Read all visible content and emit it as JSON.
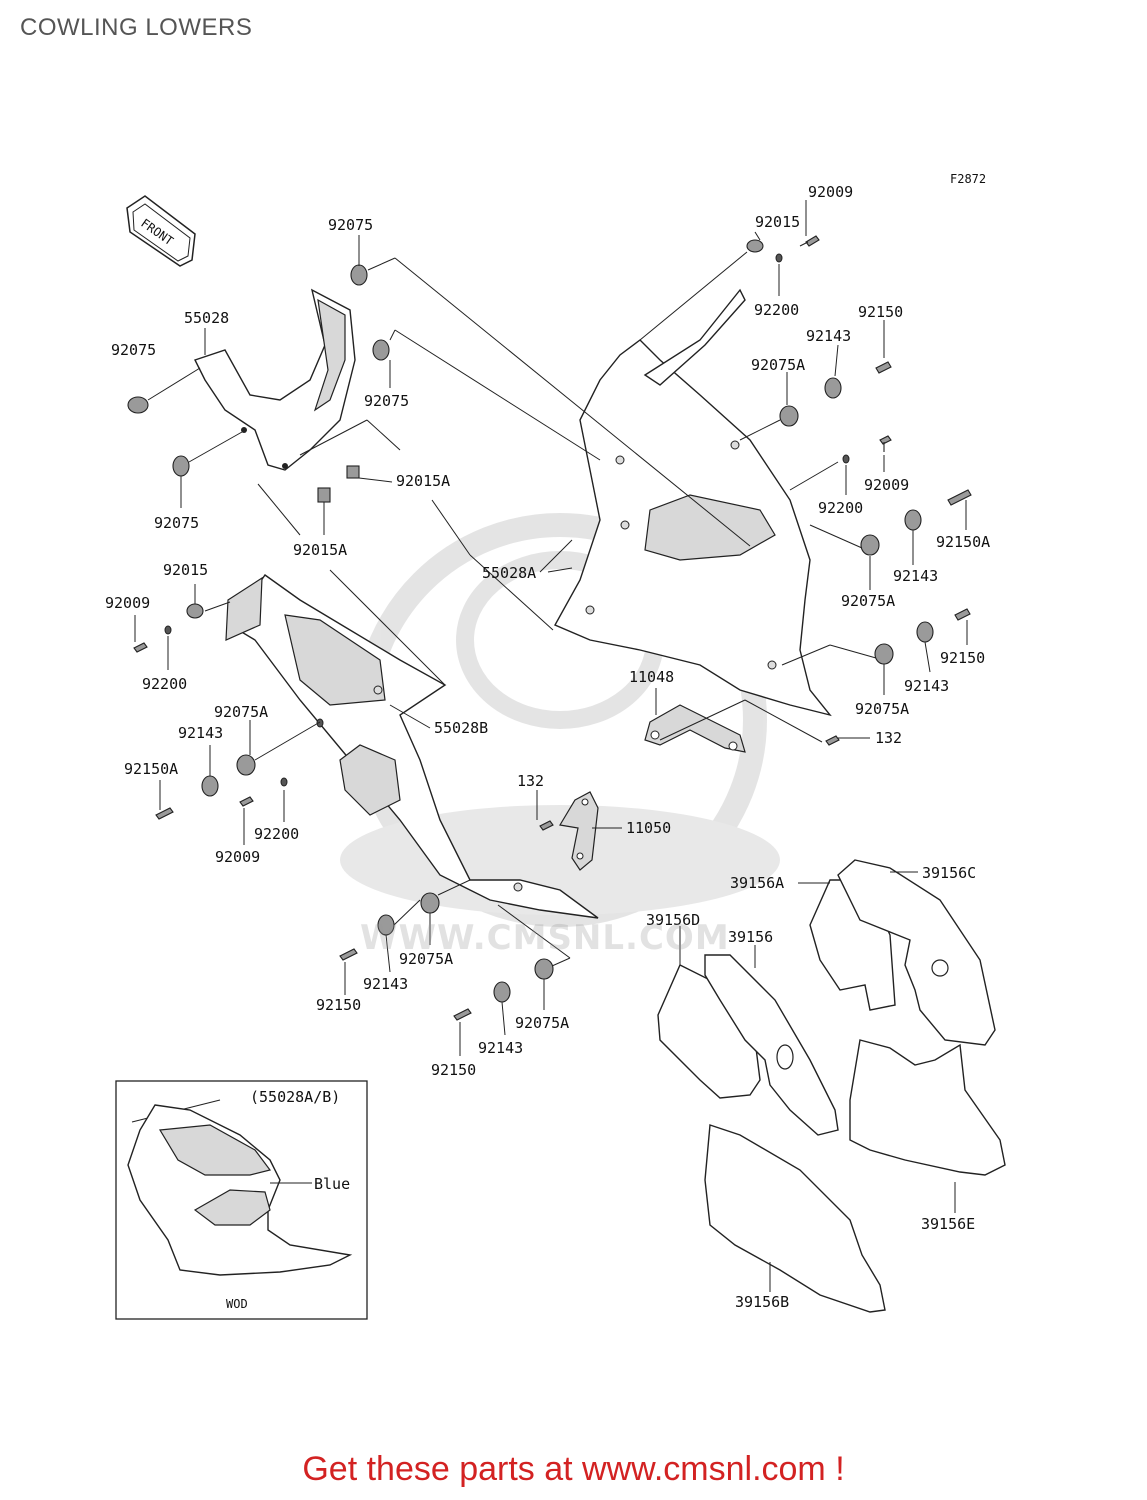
{
  "page": {
    "title": "COWLING LOWERS",
    "figure_code": "F2872",
    "front_tag": "FRONT",
    "watermark": "WWW.CMSNL.COM",
    "cta": "Get these parts at www.cmsnl.com !"
  },
  "labels": {
    "l92009_top": "92009",
    "l92015_top": "92015",
    "l92200_top": "92200",
    "l92150_top": "92150",
    "l92143_top": "92143",
    "l92075A_top": "92075A",
    "l92009_mid": "92009",
    "l92200_mid": "92200",
    "l92150A_right": "92150A",
    "l92143_r1": "92143",
    "l92075A_r1": "92075A",
    "l92150_r2": "92150",
    "l92143_r2": "92143",
    "l92075A_r2": "92075A",
    "l132_right": "132",
    "l11048": "11048",
    "l92075_top": "92075",
    "l55028": "55028",
    "l92075_left": "92075",
    "l92075_mid": "92075",
    "l92015A_a": "92015A",
    "l92075_low": "92075",
    "l92015A_b": "92015A",
    "l55028A": "55028A",
    "l92015_left": "92015",
    "l92009_left": "92009",
    "l92200_left": "92200",
    "l92075A_left": "92075A",
    "l55028B": "55028B",
    "l92143_left": "92143",
    "l92150A_left": "92150A",
    "l92200_left2": "92200",
    "l92009_left2": "92009",
    "l132_mid": "132",
    "l11050": "11050",
    "l92075A_bot1": "92075A",
    "l92143_bot1": "92143",
    "l92150_bot1": "92150",
    "l92075A_bot2": "92075A",
    "l92143_bot2": "92143",
    "l92150_bot2": "92150",
    "l39156A": "39156A",
    "l39156C": "39156C",
    "l39156D": "39156D",
    "l39156": "39156",
    "l39156E": "39156E",
    "l39156B": "39156B"
  },
  "inset": {
    "header": "(55028A/B)",
    "color_note": "Blue",
    "footer": "WOD"
  }
}
